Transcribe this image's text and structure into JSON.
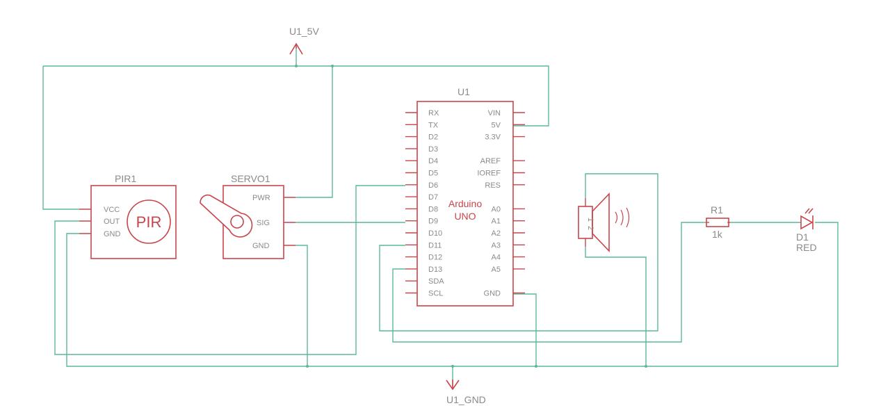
{
  "power": {
    "vcc_label": "U1_5V",
    "gnd_label": "U1_GND"
  },
  "pir": {
    "ref": "PIR1",
    "symbol_text": "PIR",
    "pins": [
      "VCC",
      "OUT",
      "GND"
    ]
  },
  "servo": {
    "ref": "SERVO1",
    "pins": [
      "PWR",
      "SIG",
      "GND"
    ]
  },
  "arduino": {
    "ref": "U1",
    "title_line1": "Arduino",
    "title_line2": "UNO",
    "left_pins": [
      "RX",
      "TX",
      "D2",
      "D3",
      "D4",
      "D5",
      "D6",
      "D7",
      "D8",
      "D9",
      "D10",
      "D11",
      "D12",
      "D13",
      "SDA",
      "SCL"
    ],
    "right_pins": [
      "VIN",
      "5V",
      "3.3V",
      "AREF",
      "IOREF",
      "RES",
      "A0",
      "A1",
      "A2",
      "A3",
      "A4",
      "A5",
      "GND"
    ]
  },
  "buzzer": {
    "pin_labels": [
      "1",
      "2"
    ]
  },
  "resistor": {
    "ref": "R1",
    "value": "1k"
  },
  "led": {
    "ref": "D1",
    "value": "RED"
  },
  "colors": {
    "wire": "#5cb896",
    "component": "#c9444a",
    "label": "#8a8a8a"
  }
}
